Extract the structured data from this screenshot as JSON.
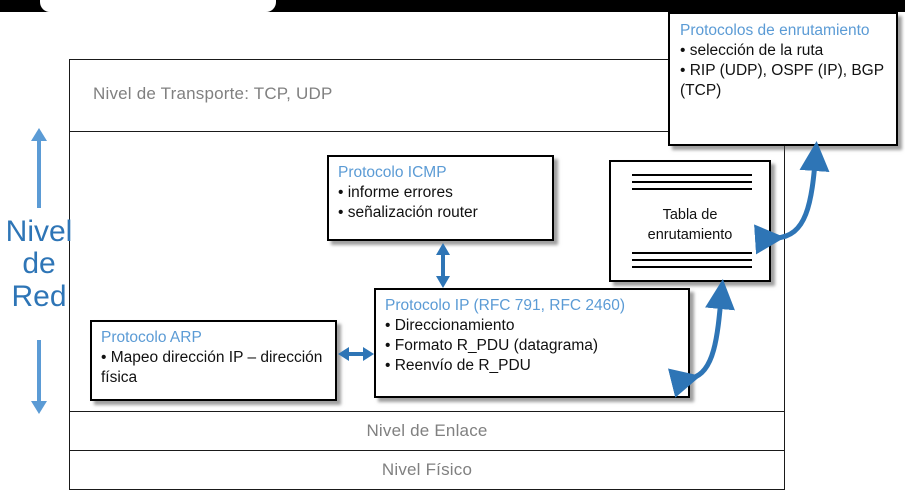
{
  "diagram": {
    "title_visible": false,
    "colors": {
      "accent_blue": "#2E75B6",
      "light_blue": "#5B9BD5",
      "layer_text_gray": "#808080",
      "box_border": "#000000",
      "topbar": "#000000"
    }
  },
  "side_label": {
    "line1": "Nivel",
    "line2": "de",
    "line3": "Red"
  },
  "layers": {
    "transport": "Nivel de Transporte: TCP, UDP",
    "enlace": "Nivel de Enlace",
    "fisico": "Nivel Físico"
  },
  "boxes": {
    "routing_protocols": {
      "title": "Protocolos de enrutamiento",
      "items": [
        "• selección de la ruta",
        "• RIP (UDP), OSPF (IP), BGP (TCP)"
      ]
    },
    "icmp": {
      "title": "Protocolo ICMP",
      "items": [
        "• informe errores",
        "• señalización router"
      ]
    },
    "ip": {
      "title": "Protocolo IP (RFC 791, RFC 2460)",
      "items": [
        "• Direccionamiento",
        "• Formato R_PDU (datagrama)",
        "• Reenvío de R_PDU"
      ]
    },
    "arp": {
      "title": "Protocolo ARP",
      "items": [
        "• Mapeo dirección IP – dirección física"
      ]
    },
    "routing_table": {
      "line1": "Tabla de",
      "line2": "enrutamiento"
    }
  },
  "connectors": {
    "icmp_ip": "double-headed-vertical-arrow",
    "arp_ip": "double-headed-horizontal-arrow",
    "routing_table_to_protocols": "double-headed-curved-arrow",
    "ip_to_routing_table": "double-headed-curved-arrow",
    "network_level_span": "double-headed-vertical-arrow"
  }
}
